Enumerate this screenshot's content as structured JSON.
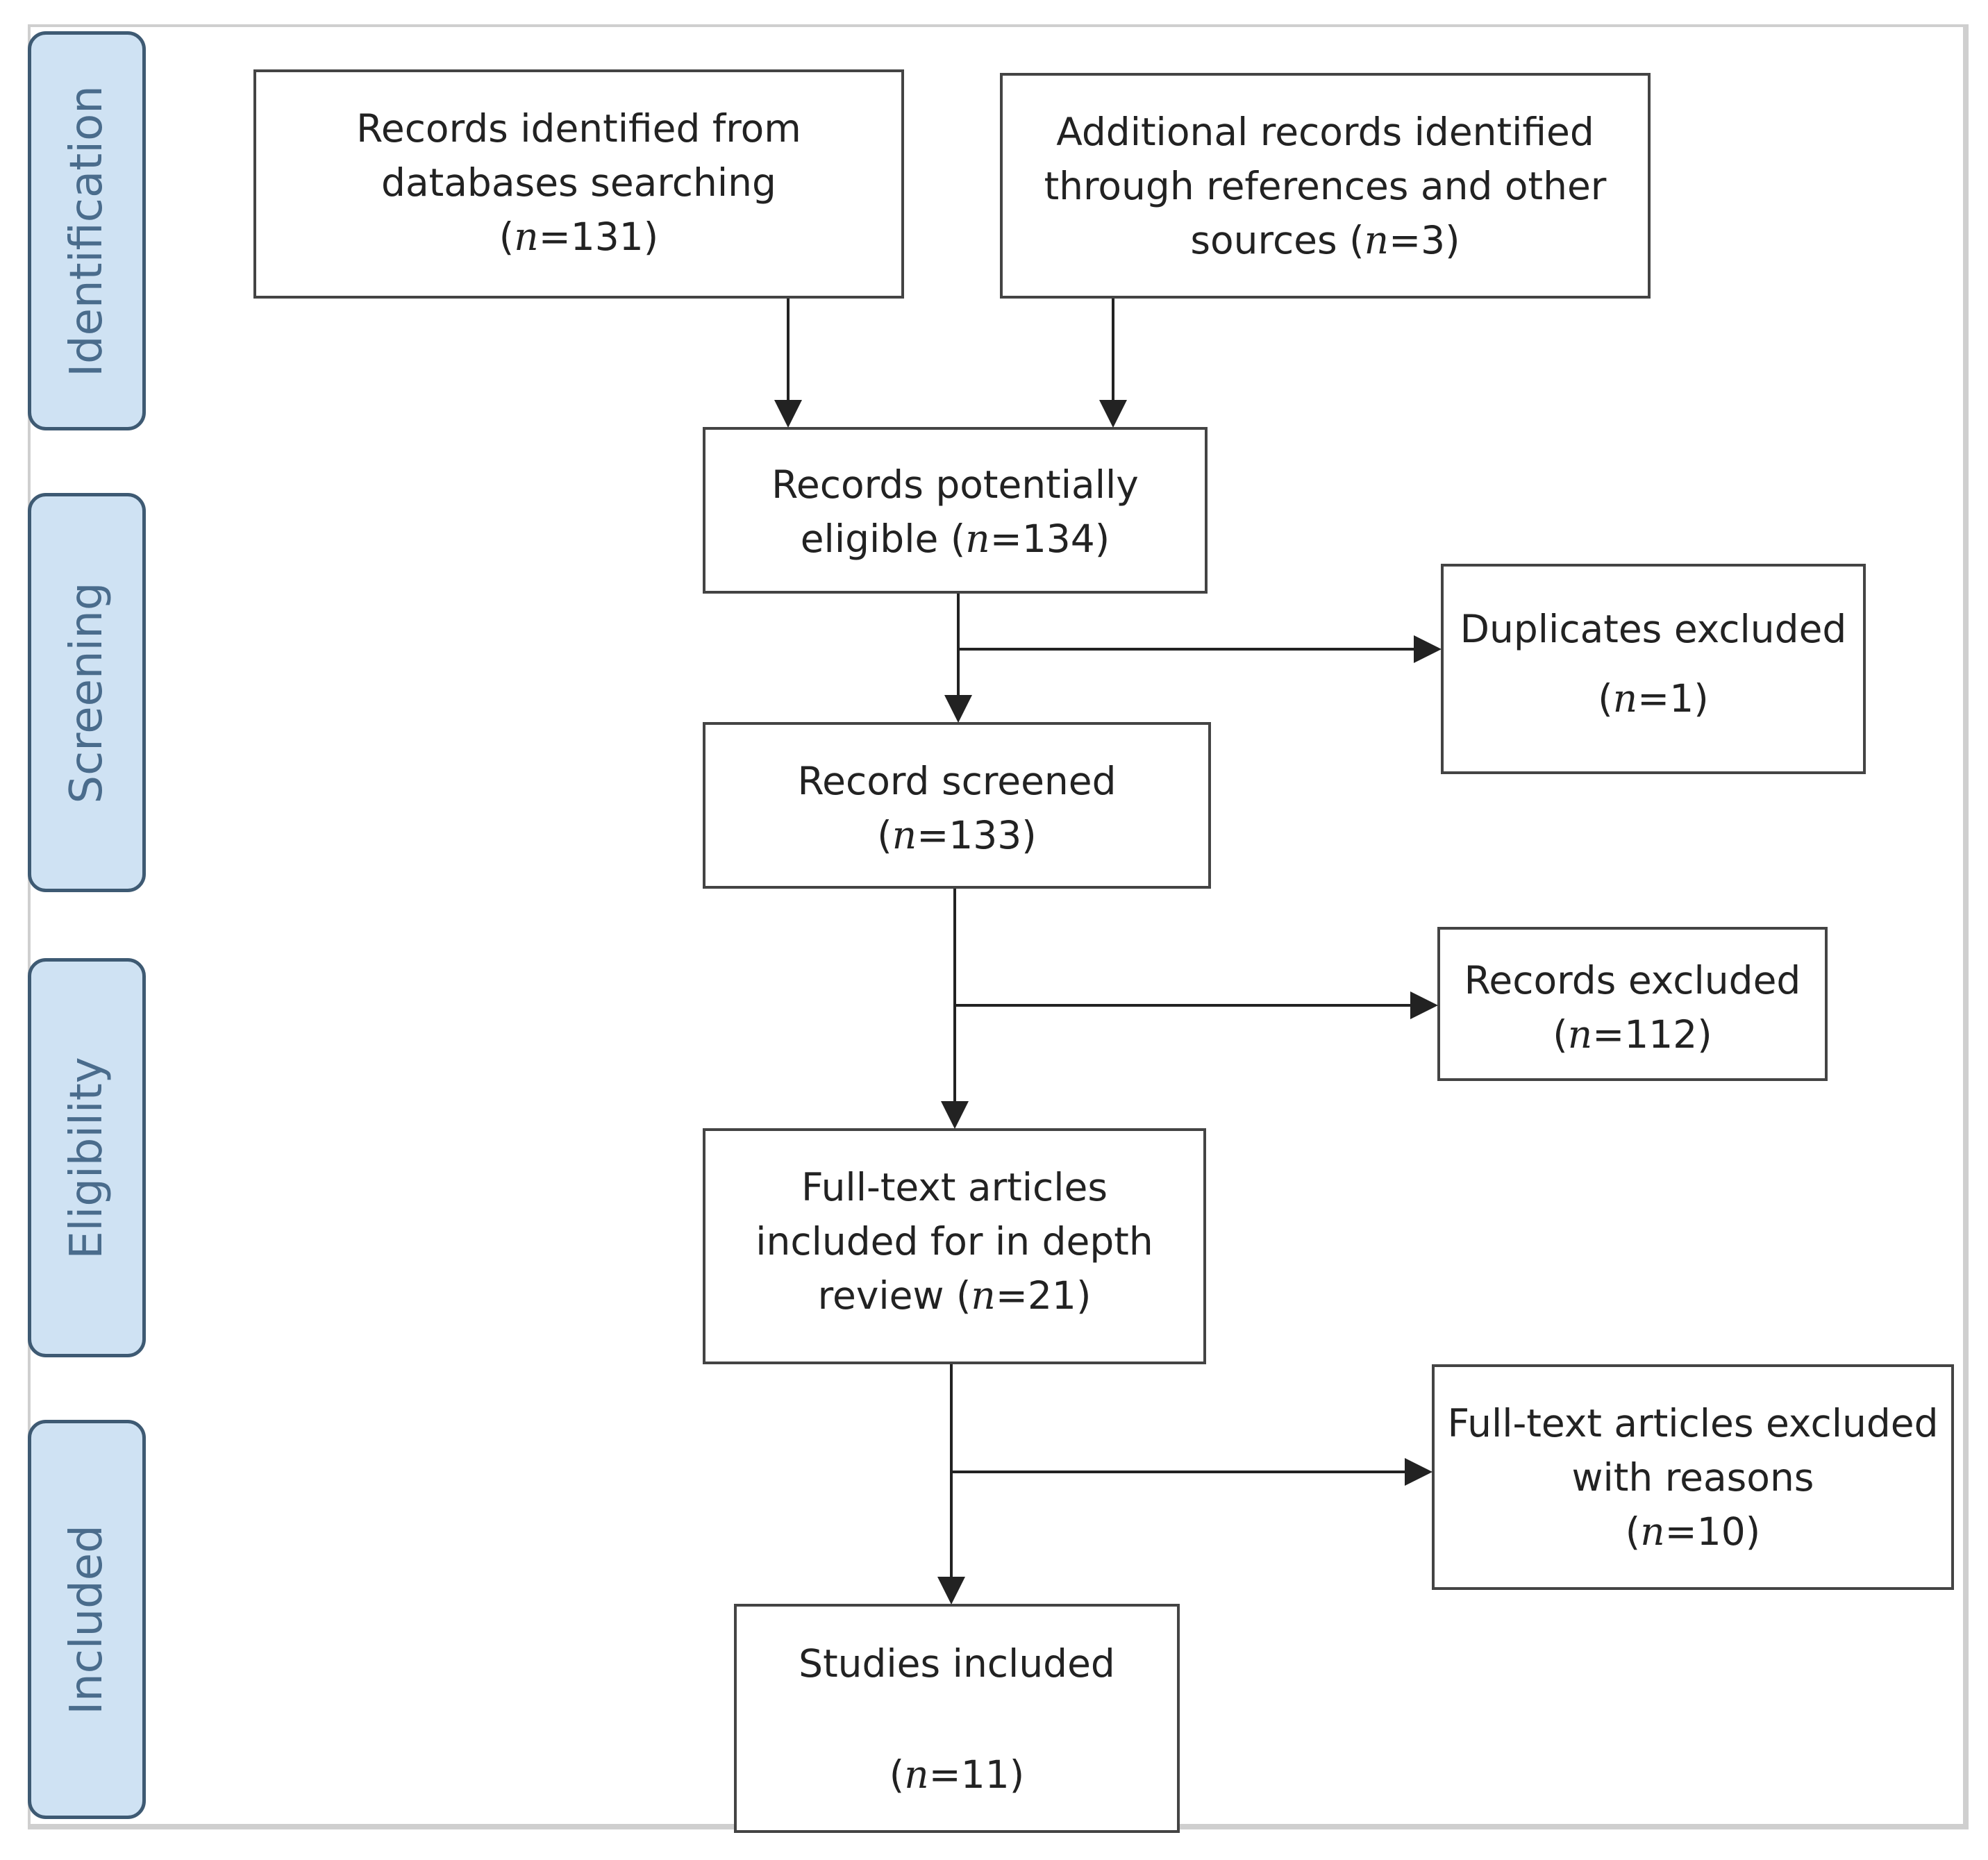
{
  "phases": {
    "identification": "Identification",
    "screening": "Screening",
    "eligibility": "Eligibility",
    "included": "Included"
  },
  "boxes": {
    "db_records": {
      "lines": [
        "Records identified from",
        "databases searching"
      ],
      "count_open": "(",
      "n": "n",
      "count": "=131",
      "count_close": ")"
    },
    "additional": {
      "lines": [
        "Additional records identified",
        "through references and other"
      ],
      "last_prefix": "sources (",
      "n": "n",
      "count": "=3",
      "count_close": ")"
    },
    "potential": {
      "line1": "Records potentially",
      "last_prefix": "eligible (",
      "n": "n",
      "count": "=134",
      "count_close": ")"
    },
    "duplicates": {
      "line1": "Duplicates excluded",
      "count_open": "(",
      "n": "n",
      "count": "=1",
      "count_close": ")"
    },
    "screened": {
      "line1": "Record screened",
      "count_open": "(",
      "n": "n",
      "count": "=133",
      "count_close": ")"
    },
    "excluded": {
      "line1": "Records excluded",
      "count_open": "(",
      "n": "n",
      "count": "=112",
      "count_close": ")"
    },
    "fulltext": {
      "lines": [
        "Full-text articles",
        "included for in depth"
      ],
      "last_prefix": "review (",
      "n": "n",
      "count": "=21",
      "count_close": ")"
    },
    "ft_excluded": {
      "lines": [
        "Full-text articles excluded",
        "with reasons"
      ],
      "count_open": "(",
      "n": "n",
      "count": "=10",
      "count_close": ")"
    },
    "included": {
      "line1": "Studies included",
      "count_open": "(",
      "n": "n",
      "count": "=11",
      "count_close": ")"
    }
  }
}
